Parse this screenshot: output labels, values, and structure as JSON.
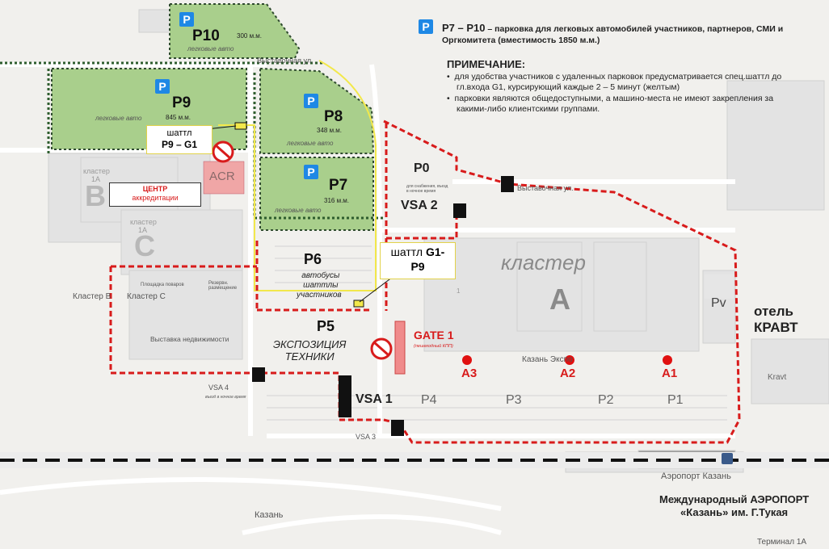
{
  "legend": {
    "badge": "P",
    "title": "P7 – P10",
    "title_rest": " – парковка для легковых автомобилей участников, партнеров, СМИ и",
    "title_line2": "Оргкомитета (вместимость 1850 м.м.)",
    "note_heading": "ПРИМЕЧАНИЕ:",
    "note1_line1": "для удобства участников с удаленных парковок предусматривается спец.шаттл до",
    "note1_line2": "гл.входа G1, курсирующий каждые 2 – 5 минут (желтым)",
    "note2_line1": "парковки являются общедоступными, а машино-места не имеют закрепления за",
    "note2_line2": "какими-либо клиентскими группами."
  },
  "parkings": {
    "p10": {
      "label": "P10",
      "capacity": "300 м.м.",
      "sub": "легковые авто"
    },
    "p9": {
      "label": "P9",
      "capacity": "845 м.м.",
      "sub": "легковые авто"
    },
    "p8": {
      "label": "P8",
      "capacity": "348 м.м.",
      "sub": "легковые авто"
    },
    "p7": {
      "label": "P7",
      "capacity": "316 м.м.",
      "sub": "легковые авто"
    },
    "p0": {
      "label": "P0",
      "sub": "для снабжения, въезд в ночное время"
    },
    "p6": {
      "label": "P6",
      "sub_line1": "автобусы",
      "sub_line2": "шаттлы",
      "sub_line3": "участников"
    },
    "p5": {
      "label": "P5",
      "sub_line1": "ЭКСПОЗИЦИЯ",
      "sub_line2": "ТЕХНИКИ"
    },
    "p4": "P4",
    "p3": "P3",
    "p2": "P2",
    "p1": "P1",
    "pv": "Pv"
  },
  "shuttles": {
    "s1_line1": "шаттл",
    "s1_line2": "P9 – G1",
    "s2_line1a": "шаттл ",
    "s2_line1b": "G1-",
    "s2_line2": "P9"
  },
  "labels": {
    "acr": "ACR",
    "center_line1": "ЦЕНТР",
    "center_line2": "аккредитации",
    "vsa1": "VSA 1",
    "vsa2": "VSA 2",
    "vsa3": "VSA 3",
    "vsa4": "VSA 4",
    "vsa4_sub": "въезд в ночное время",
    "gate1": "GATE 1",
    "gate1_sub": "(пешеходный КПП)",
    "a1": "A1",
    "a2": "A2",
    "a3": "A3",
    "hotel_line1": "отель",
    "hotel_line2": "КРАВТ",
    "cluster_a_word": "кластер",
    "cluster_a_letter": "А",
    "cluster_b_letter": "B",
    "cluster_c_letter": "C",
    "cluster_1a_1": "кластер",
    "cluster_1a_2": "1А",
    "cluster_c_1": "кластер",
    "cluster_c_2": "1А",
    "kluster_v": "Кластер В",
    "kluster_s": "Кластер С",
    "kazan_expo": "Казань Экспо",
    "exhibition_st": "Выставочная ул.",
    "exhibition_st_top": "Выставочная ул.",
    "realty": "Выставка недвижимости",
    "cooks": "Площадка поваров",
    "reserve": "Резервн. размещение",
    "airport_station": "Аэропорт Казань",
    "kazan": "Казань",
    "kravt": "Kravt",
    "terminal": "Терминал 1А",
    "airport_line1": "Международный АЭРОПОРТ",
    "airport_line2": "«Казань» им. Г.Тукая",
    "hall_num": "1"
  },
  "colors": {
    "parking_green": "#a9cf8c",
    "red_dash": "#d81b1b",
    "shuttle_yellow": "#f2e84b",
    "badge_blue": "#1e88e5",
    "route_green": "#2e6b2e"
  }
}
